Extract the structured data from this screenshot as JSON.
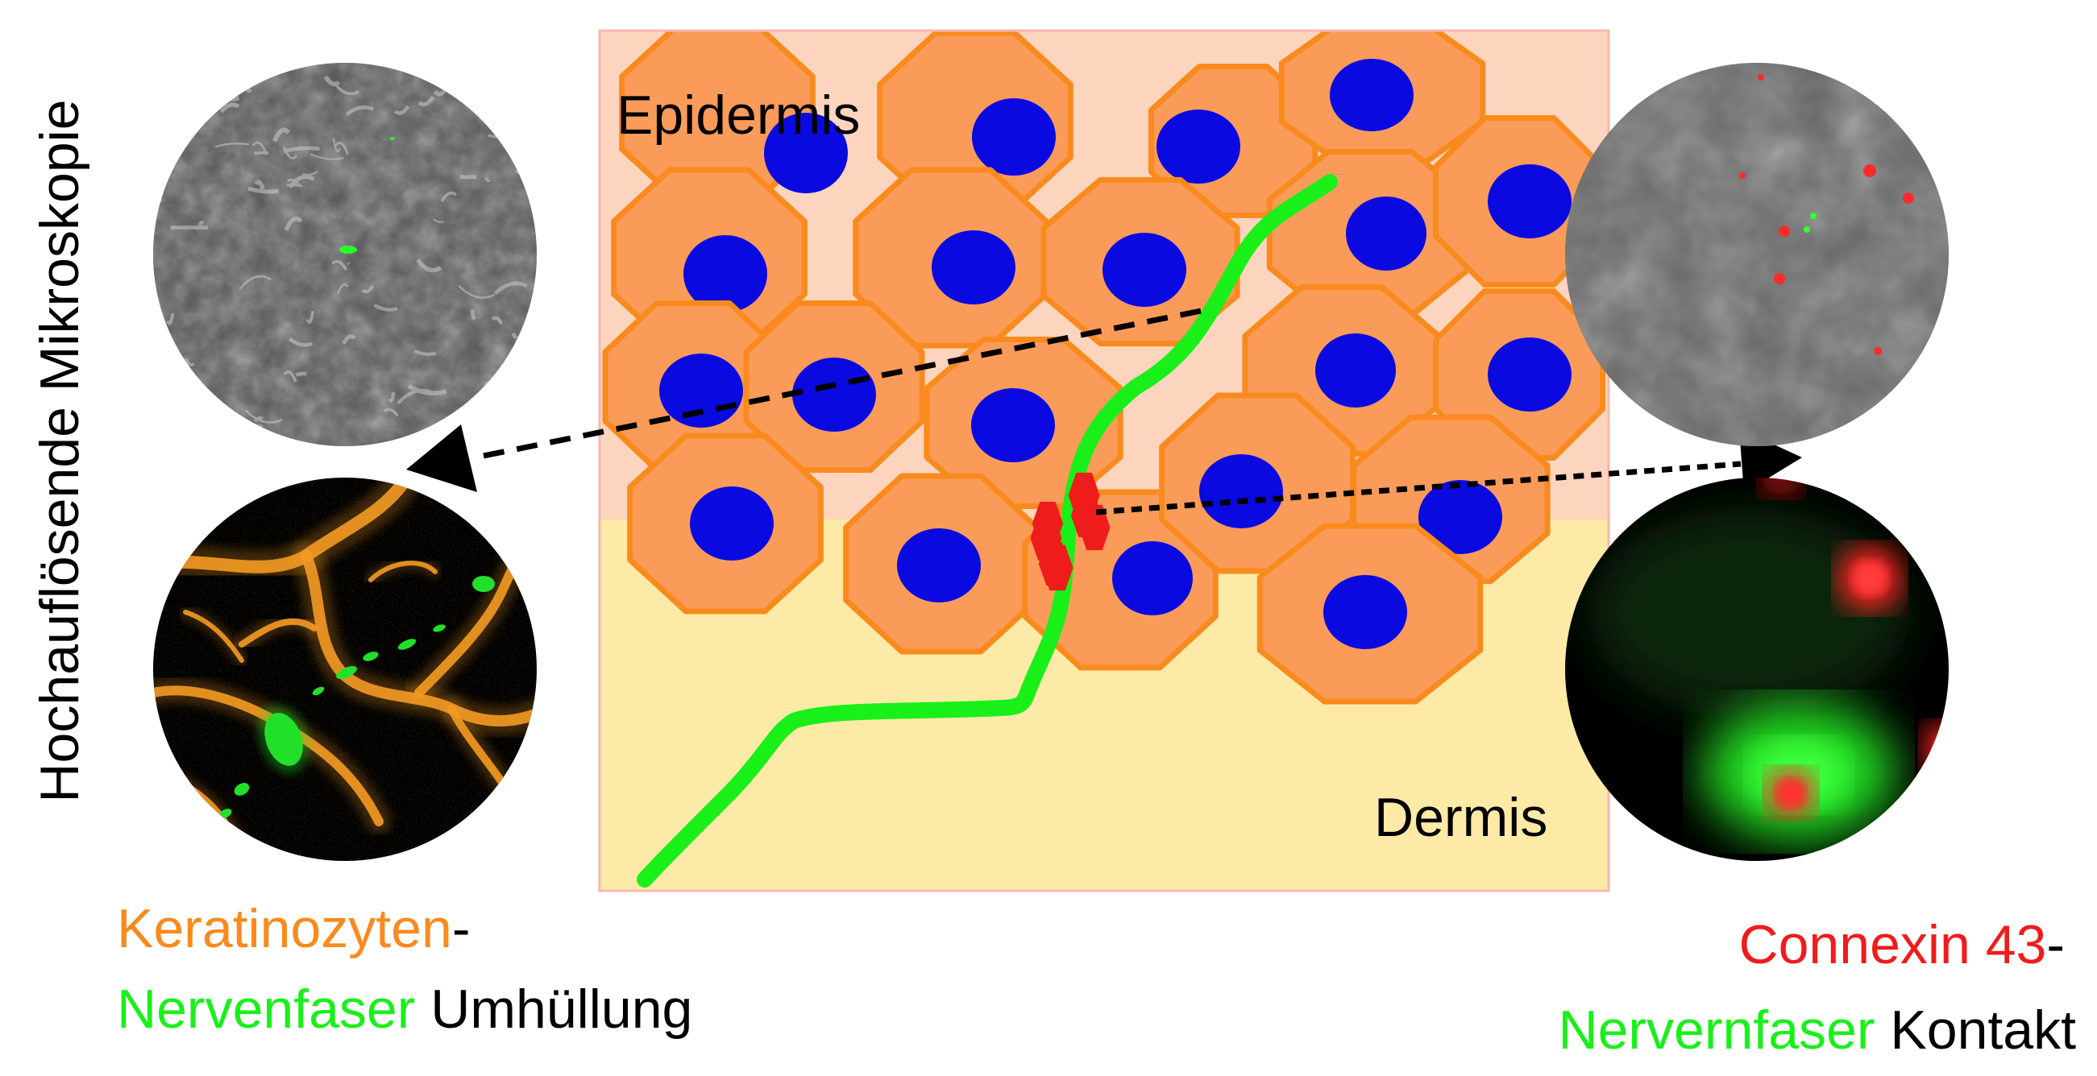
{
  "side_title": "Hochauflösende Mikroskopie",
  "regions": {
    "epidermis": "Epidermis",
    "dermis": "Dermis"
  },
  "caption_left": {
    "part1": "Keratinozyten",
    "part2": "-",
    "part3": "Nervenfaser",
    "part4": " Umhüllung"
  },
  "caption_right": {
    "part1": "Connexin 43",
    "part2": "-",
    "part3": "Nervernfaser",
    "part4": " Kontakt"
  },
  "colors": {
    "epidermis_bg": "#fdd5bf",
    "dermis_bg": "#fdeaa6",
    "cell_fill": "#fb9b5a",
    "cell_stroke": "#f98a1d",
    "nucleus": "#0a0ae0",
    "nerve_fiber": "#19f01a",
    "connexin": "#ef1c1c",
    "keratinocyte_label": "#f98a1d",
    "nerve_label": "#19f01a",
    "connexin_label": "#ef1c1c"
  },
  "icons": {
    "left_arrow": "arrowhead-left-icon",
    "right_arrow": "arrowhead-right-icon"
  }
}
